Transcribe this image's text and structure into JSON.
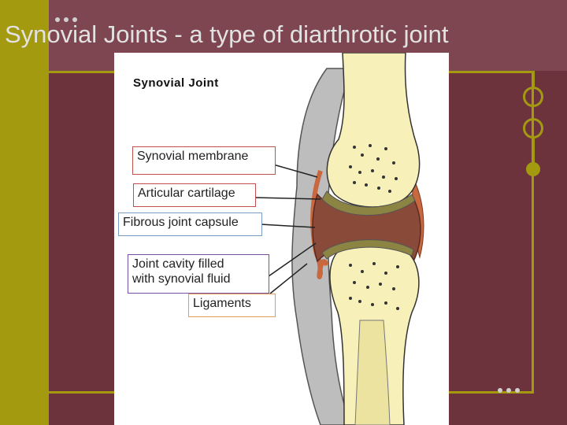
{
  "slide": {
    "title": "Synovial Joints - a type of diarthrotic joint"
  },
  "diagram": {
    "title": "Synovial Joint",
    "labels": {
      "synovial_membrane": "Synovial membrane",
      "articular_cartilage": "Articular cartilage",
      "fibrous_capsule": "Fibrous joint capsule",
      "joint_cavity_line1": "Joint cavity filled",
      "joint_cavity_line2": "with synovial fluid",
      "ligaments": "Ligaments"
    }
  },
  "colors": {
    "accent": "#a39a10",
    "background": "#7e4650",
    "panel": "#6d333d",
    "bone": "#f7f0b8",
    "cartilage": "#8c8442",
    "cavity": "#8a4a3a",
    "membrane": "#c9683f"
  }
}
